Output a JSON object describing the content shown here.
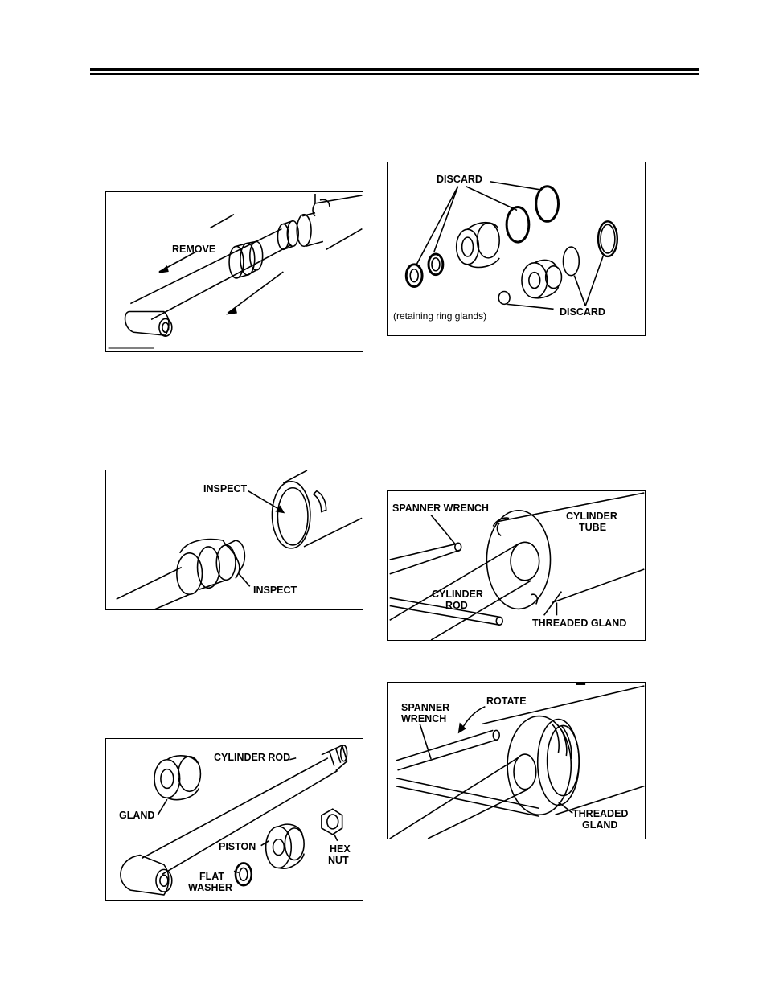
{
  "figures": {
    "remove": {
      "label": "REMOVE"
    },
    "discard": {
      "label_top": "DISCARD",
      "label_bottom": "DISCARD",
      "caption": "(retaining ring glands)"
    },
    "inspect": {
      "label_top": "INSPECT",
      "label_bottom": "INSPECT"
    },
    "spanner": {
      "wrench": "SPANNER WRENCH",
      "tube_1": "CYLINDER",
      "tube_2": "TUBE",
      "rod_1": "CYLINDER",
      "rod_2": "ROD",
      "gland": "THREADED GLAND"
    },
    "parts": {
      "rod": "CYLINDER ROD",
      "gland": "GLAND",
      "piston": "PISTON",
      "hex_1": "HEX",
      "hex_2": "NUT",
      "washer_1": "FLAT",
      "washer_2": "WASHER"
    },
    "rotate": {
      "wrench_1": "SPANNER",
      "wrench_2": "WRENCH",
      "rotate": "ROTATE",
      "gland_1": "THREADED",
      "gland_2": "GLAND"
    }
  }
}
